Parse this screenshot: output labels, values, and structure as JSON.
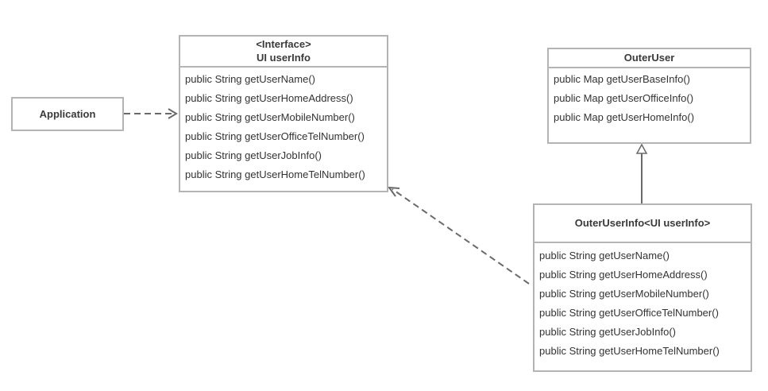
{
  "application": {
    "label": "Application"
  },
  "interface_box": {
    "stereotype": "<Interface>",
    "name": "UI userInfo",
    "methods": [
      "public String getUserName()",
      "public String getUserHomeAddress()",
      "public String getUserMobileNumber()",
      "public String getUserOfficeTelNumber()",
      "public String getUserJobInfo()",
      "public String getUserHomeTelNumber()"
    ]
  },
  "outer_user": {
    "name": "OuterUser",
    "methods": [
      "public Map getUserBaseInfo()",
      "public Map getUserOfficeInfo()",
      "public Map getUserHomeInfo()"
    ]
  },
  "outer_user_info": {
    "name": "OuterUserInfo<UI userInfo>",
    "methods": [
      "public String getUserName()",
      "public String getUserHomeAddress()",
      "public String getUserMobileNumber()",
      "public String getUserOfficeTelNumber()",
      "public String getUserJobInfo()",
      "public String getUserHomeTelNumber()"
    ]
  },
  "colors": {
    "border": "#b4b4b4",
    "text": "#333333",
    "connector": "#6a6a6a"
  }
}
